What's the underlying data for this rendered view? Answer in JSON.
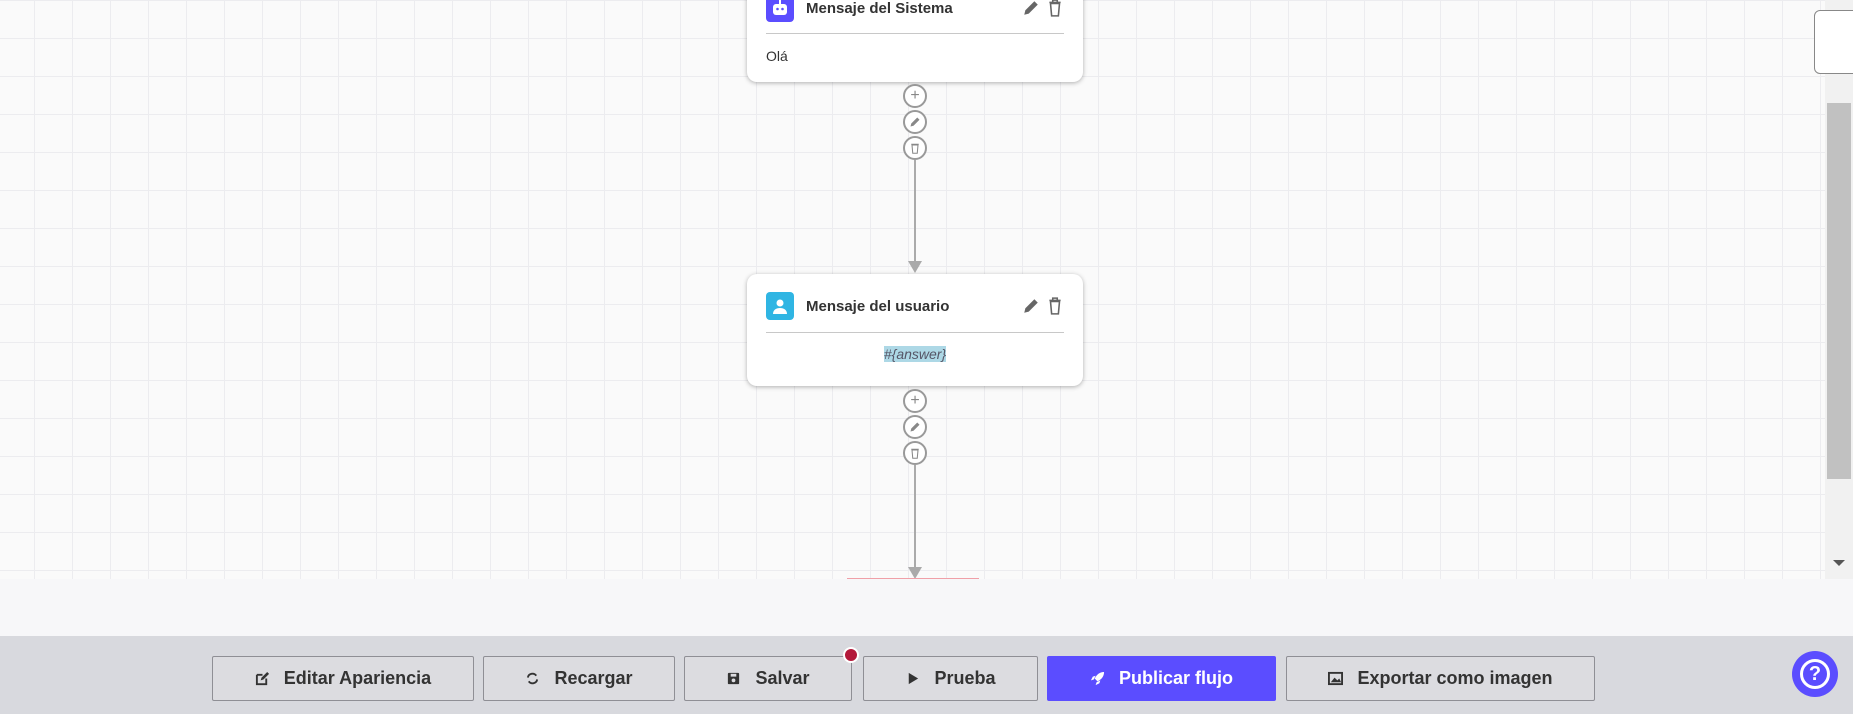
{
  "nodes": [
    {
      "title": "Mensaje del Sistema",
      "text": "Olá",
      "icon": "robot-icon",
      "color": "#5b4dff"
    },
    {
      "title": "Mensaje del usuario",
      "text": "#{answer}",
      "icon": "user-icon",
      "color": "#2fb5e3"
    }
  ],
  "toolbar": {
    "edit_appearance": "Editar Apariencia",
    "reload": "Recargar",
    "save": "Salvar",
    "test": "Prueba",
    "publish": "Publicar flujo",
    "export": "Exportar como imagen"
  },
  "help": "?",
  "colors": {
    "accent": "#5b4dff",
    "unsaved_dot": "#b3193a"
  }
}
